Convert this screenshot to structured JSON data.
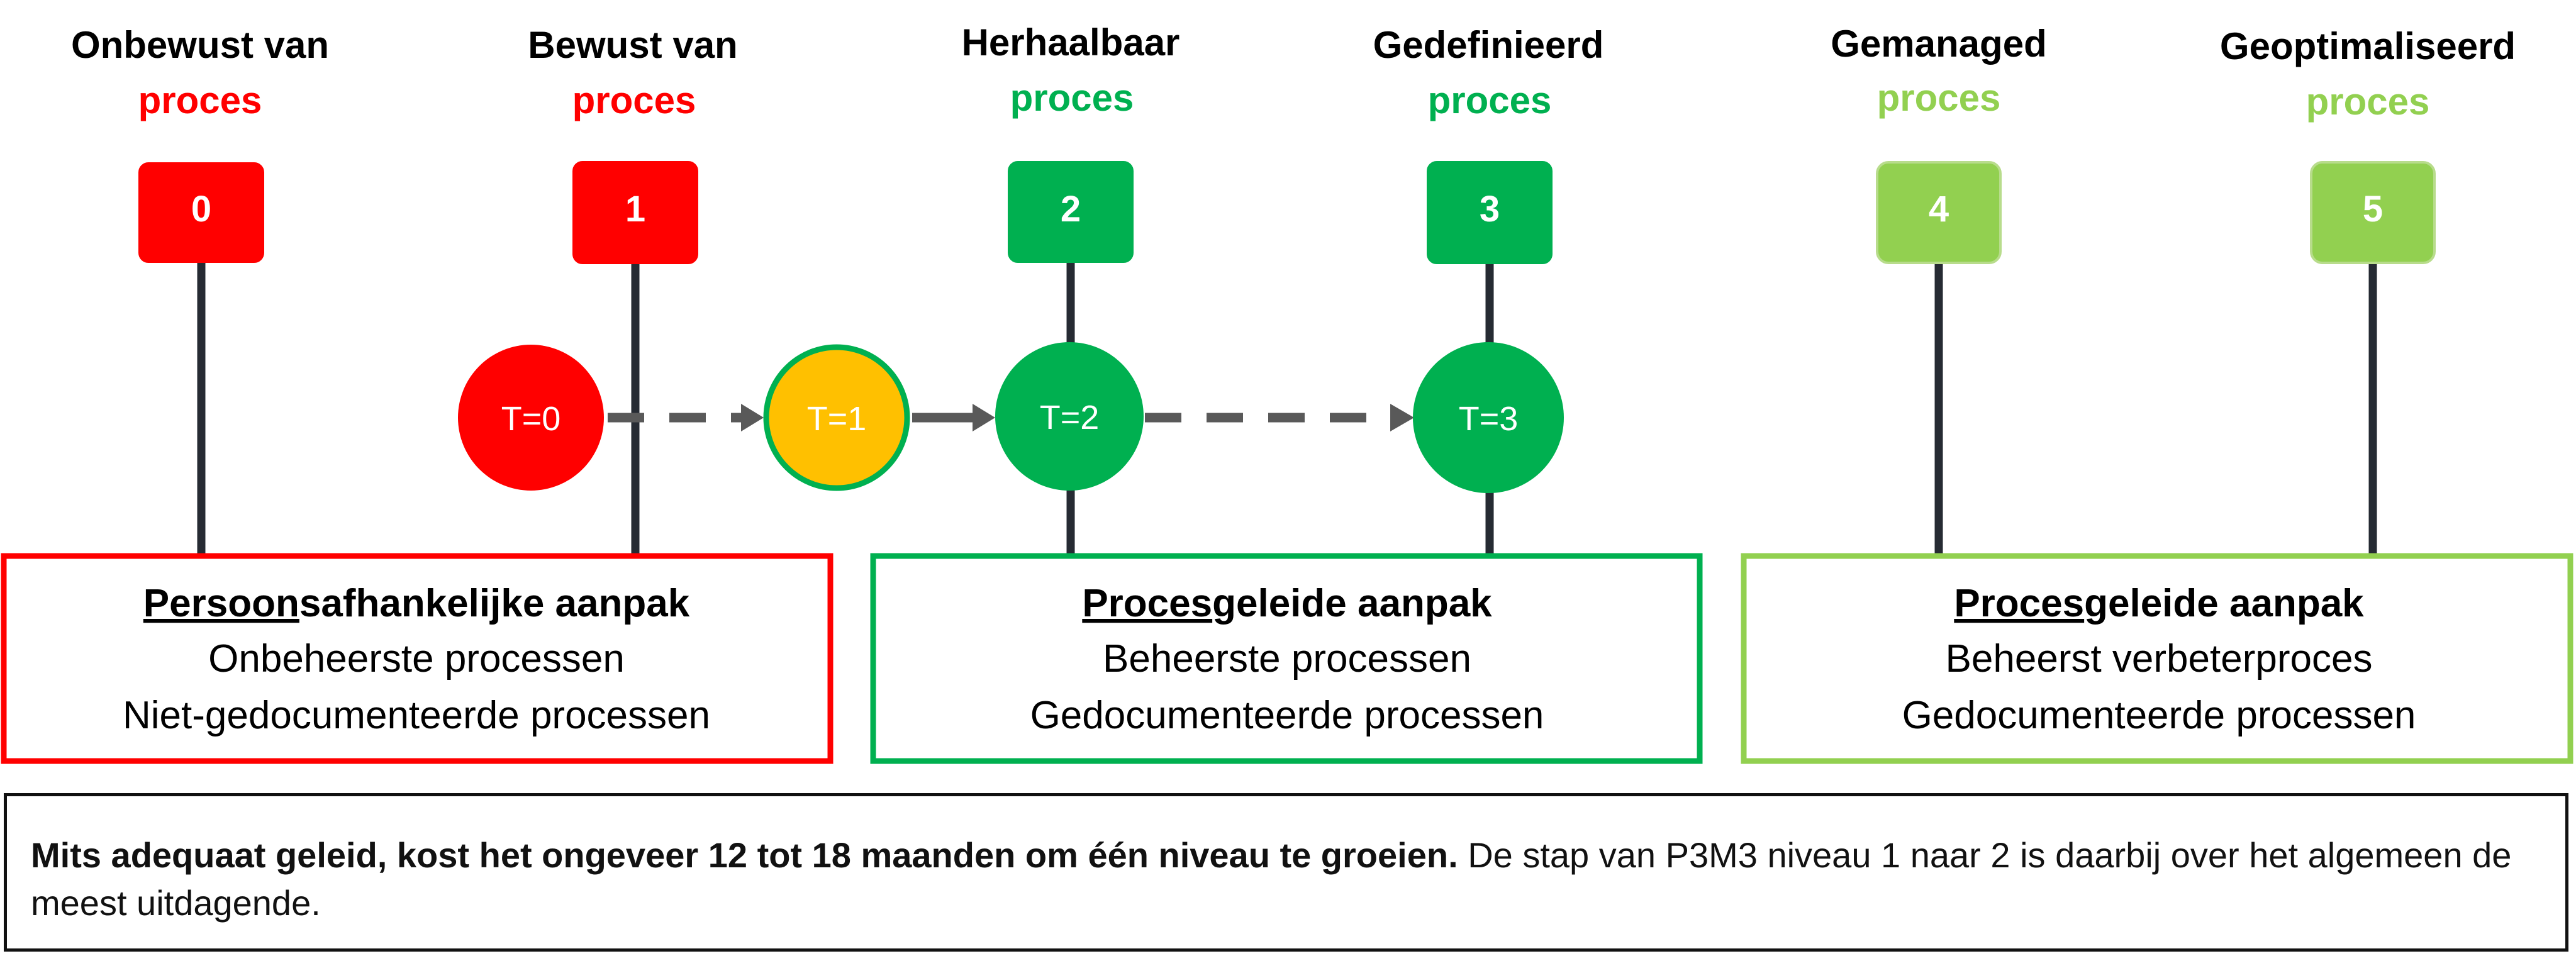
{
  "colors": {
    "red": "#ff0000",
    "dark_green": "#00b050",
    "light_green": "#92d050",
    "amber": "#ffc000",
    "line": "#262b33",
    "arrow": "#595959"
  },
  "levels": [
    {
      "title": "Onbewust van",
      "proces": "proces",
      "number": "0",
      "color": "red"
    },
    {
      "title": "Bewust van",
      "proces": "proces",
      "number": "1",
      "color": "red"
    },
    {
      "title": "Herhaalbaar",
      "proces": "proces",
      "number": "2",
      "color": "dark_green"
    },
    {
      "title": "Gedefinieerd",
      "proces": "proces",
      "number": "3",
      "color": "dark_green"
    },
    {
      "title": "Gemanaged",
      "proces": "proces",
      "number": "4",
      "color": "light_green"
    },
    {
      "title": "Geoptimaliseerd",
      "proces": "proces",
      "number": "5",
      "color": "light_green"
    }
  ],
  "timeline": [
    {
      "label": "T=0",
      "color": "red"
    },
    {
      "label": "T=1",
      "color": "amber"
    },
    {
      "label": "T=2",
      "color": "dark_green"
    },
    {
      "label": "T=3",
      "color": "dark_green"
    }
  ],
  "boxes": [
    {
      "heading_underlined": "Persoon",
      "heading_rest": "safhankelijke aanpak",
      "line1": "Onbeheerste processen",
      "line2": "Niet-gedocumenteerde processen",
      "color": "red"
    },
    {
      "heading_underlined": "Proces",
      "heading_rest": "geleide aanpak",
      "line1": "Beheerste processen",
      "line2": "Gedocumenteerde processen",
      "color": "dark_green"
    },
    {
      "heading_underlined": "Proces",
      "heading_rest": "geleide aanpak",
      "line1": "Beheerst verbeterproces",
      "line2": "Gedocumenteerde processen",
      "color": "light_green"
    }
  ],
  "note": {
    "bold": "Mits adequaat geleid, kost het ongeveer 12 tot 18 maanden om één niveau te groeien.",
    "rest": " De stap van P3M3 niveau 1 naar 2 is daarbij over het algemeen de meest uitdagende."
  }
}
